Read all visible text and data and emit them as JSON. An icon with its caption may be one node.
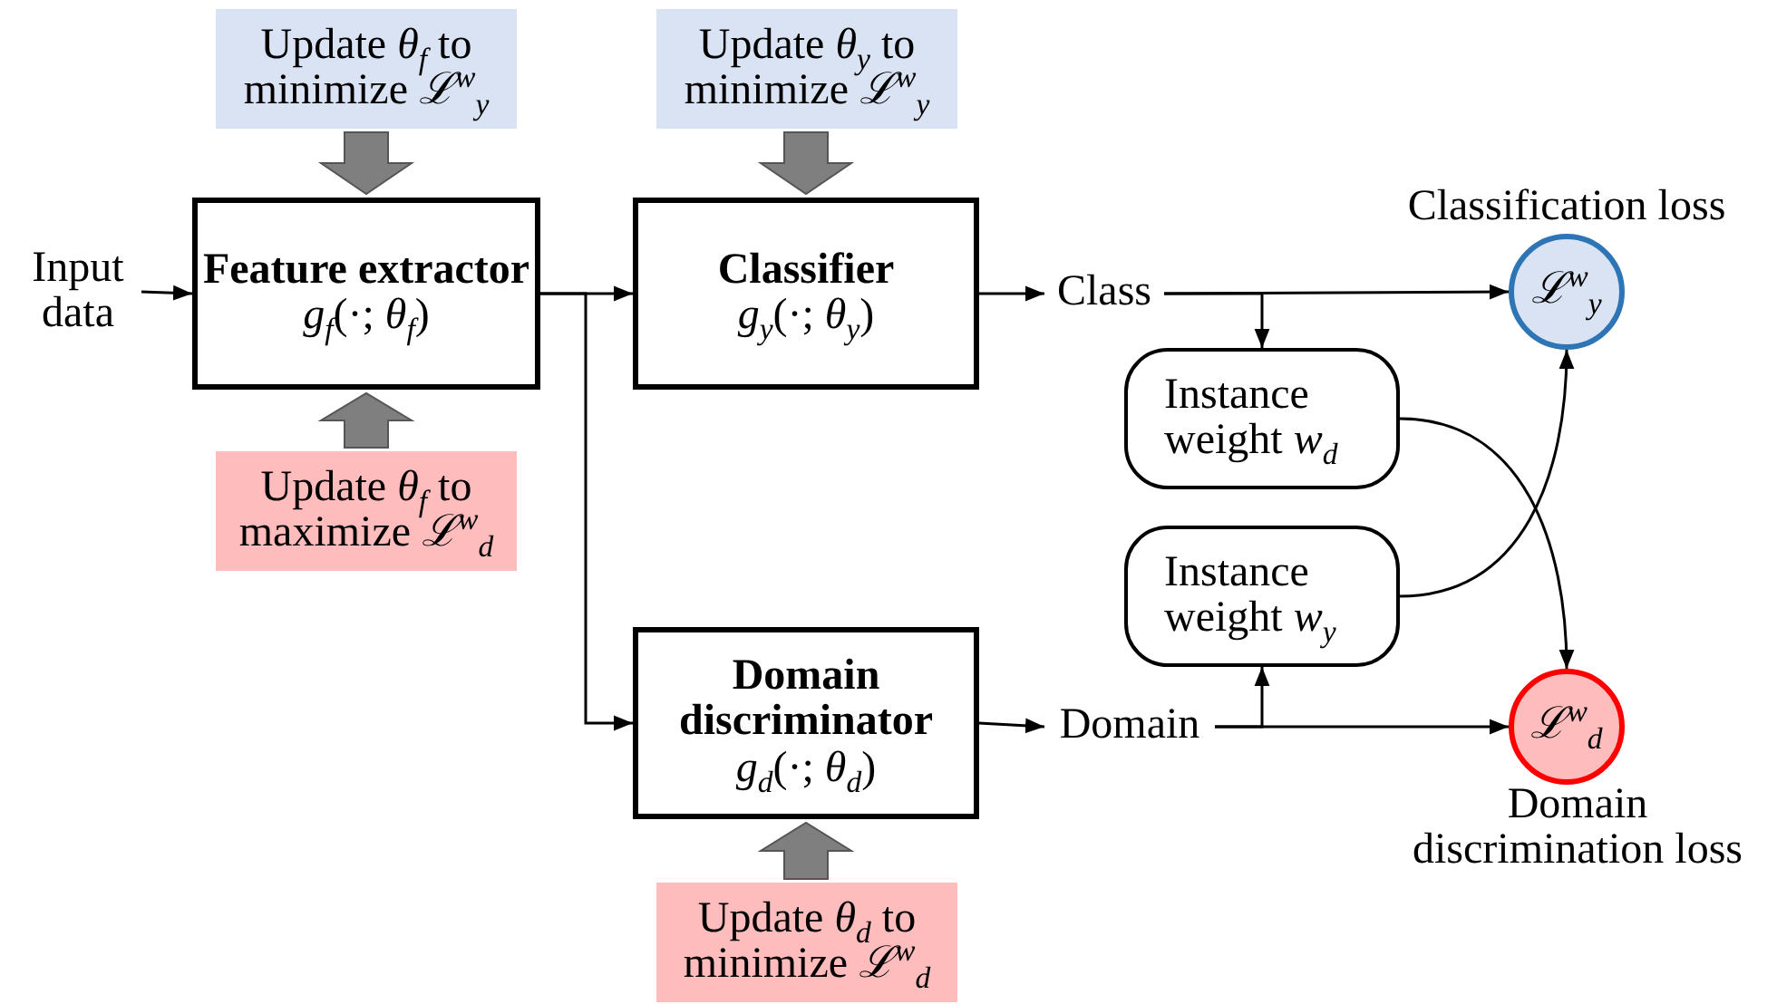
{
  "diagram": {
    "nodes": [
      {
        "text": [
          "Update *θ*$_{f}$ to minimize *ℒ*$^{w}$$_{y}$"
        ]
      },
      {
        "text": [
          "Update *θ*$_{y}$ to minimize *ℒ*$^{w}$$_{y}$"
        ]
      },
      {
        "text": [
          "Input data"
        ]
      },
      {
        "text": [
          "Feature extractor",
          "*g*$_{f}$(·; *θ*$_{f}$)"
        ]
      },
      {
        "text": [
          "Classifier",
          "*g*$_{y}$(·; *θ*$_{y}$)"
        ]
      },
      {
        "text": [
          "Update *θ*$_{f}$ to maximize *ℒ*$^{w}$$_{d}$"
        ]
      },
      {
        "text": [
          "Class"
        ]
      },
      {
        "text": [
          "*ℒ*$^{w}$$_{y}$"
        ],
        "beside": [
          "Classification loss"
        ]
      },
      {
        "text": [
          "Instance weight *w*$_{d}$"
        ]
      },
      {
        "text": [
          "Instance weight *w*$_{y}$"
        ]
      },
      {
        "text": [
          "Domain discriminator",
          "*g*$_{d}$(·; *θ*$_{d}$)"
        ]
      },
      {
        "text": [
          "Domain"
        ]
      },
      {
        "text": [
          "*ℒ*$^{w}$$_{d}$"
        ],
        "beside": [
          "Domain discrimination loss"
        ]
      },
      {
        "text": [
          "Update *θ*$_{d}$ to minimize *ℒ*$^{w}$$_{d}$"
        ]
      }
    ],
    "edges": [
      {
        "from": 0,
        "to": 3,
        "arrow": "to",
        "style": "thick",
        "color": "#7f7f7f"
      },
      {
        "from": 1,
        "to": 4,
        "arrow": "to",
        "style": "thick",
        "color": "#7f7f7f"
      },
      {
        "from": 5,
        "to": 3,
        "arrow": "to",
        "style": "thick",
        "color": "#7f7f7f"
      },
      {
        "from": 13,
        "to": 10,
        "arrow": "to",
        "style": "thick",
        "color": "#7f7f7f"
      },
      {
        "from": 2,
        "to": 3,
        "arrow": "to"
      },
      {
        "from": 3,
        "to": 4,
        "arrow": "to"
      },
      {
        "from": 3,
        "to": 10,
        "arrow": "to"
      },
      {
        "from": 4,
        "to": 6,
        "arrow": "to"
      },
      {
        "from": 10,
        "to": 11,
        "arrow": "to"
      },
      {
        "from": 6,
        "to": 7,
        "arrow": "to"
      },
      {
        "from": 6,
        "to": 8,
        "arrow": "to"
      },
      {
        "from": 11,
        "to": 12,
        "arrow": "to"
      },
      {
        "from": 11,
        "to": 9,
        "arrow": "to"
      },
      {
        "from": 8,
        "to": 12,
        "arrow": "to"
      },
      {
        "from": 9,
        "to": 7,
        "arrow": "to"
      }
    ]
  }
}
